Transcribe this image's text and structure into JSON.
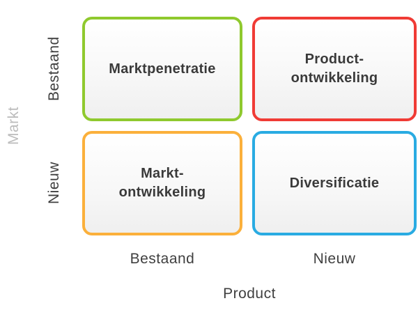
{
  "diagram": {
    "y_axis": {
      "title": "Markt",
      "top_label": "Bestaand",
      "bottom_label": "Nieuw"
    },
    "x_axis": {
      "title": "Product",
      "left_label": "Bestaand",
      "right_label": "Nieuw"
    },
    "quadrants": {
      "top_left": {
        "label": "Marktpenetratie",
        "color": "#8fc92e"
      },
      "top_right": {
        "label": "Product-\nontwikkeling",
        "color": "#f03b35"
      },
      "bottom_left": {
        "label": "Markt-\nontwikkeling",
        "color": "#fbb03b"
      },
      "bottom_right": {
        "label": "Diversificatie",
        "color": "#29abe2"
      }
    }
  }
}
